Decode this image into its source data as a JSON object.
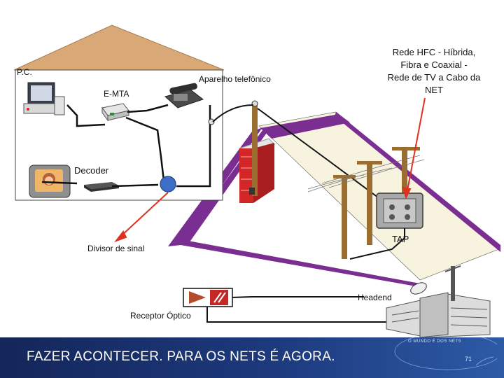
{
  "labels": {
    "pc": "P.C.",
    "phone": "Aparelho telefônico",
    "emta": "E-MTA",
    "decoder": "Decoder",
    "divisor": "Divisor de sinal",
    "hfc_line1": "Rede HFC - Híbrida,",
    "hfc_line2": "Fibra e Coaxial -",
    "hfc_line3": "Rede de TV a Cabo da",
    "hfc_line4": "NET",
    "tap": "TAP",
    "headend": "Headend",
    "receptor": "Receptor Óptico"
  },
  "footer": {
    "slogan": "FAZER ACONTECER. PARA OS NETS É AGORA.",
    "globe_text": "O MUNDO É DOS NETS",
    "page_number": "71"
  },
  "colors": {
    "roof": "#d9a877",
    "road": "#7a2e92",
    "road_surface": "#f7f3df",
    "chimney": "#d32626",
    "pole": "#9a6e30",
    "arrow": "#e03020",
    "divisor": "#3d6fc9",
    "footer_bg": "#1d3a7e"
  }
}
